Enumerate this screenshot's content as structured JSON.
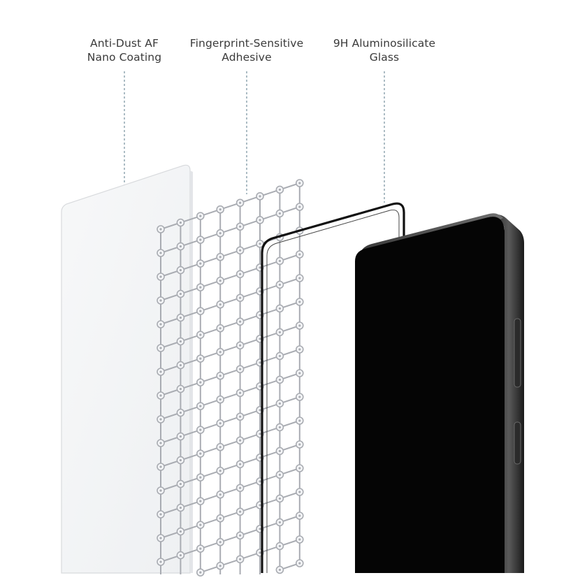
{
  "labels": [
    {
      "id": "coating",
      "line1": "Anti-Dust AF",
      "line2": "Nano Coating"
    },
    {
      "id": "adhesive",
      "line1": "Fingerprint-Sensitive",
      "line2": "Adhesive"
    },
    {
      "id": "glass",
      "line1": "9H Aluminosilicate",
      "line2": "Glass"
    }
  ],
  "colors": {
    "text": "#3a3a3a",
    "leader": "#5a7a8a",
    "coating_fill": "#f3f4f5",
    "coating_edge": "#d8dadd",
    "mesh": "#a9acb2",
    "frame": "#111111",
    "phone": "#050505"
  }
}
